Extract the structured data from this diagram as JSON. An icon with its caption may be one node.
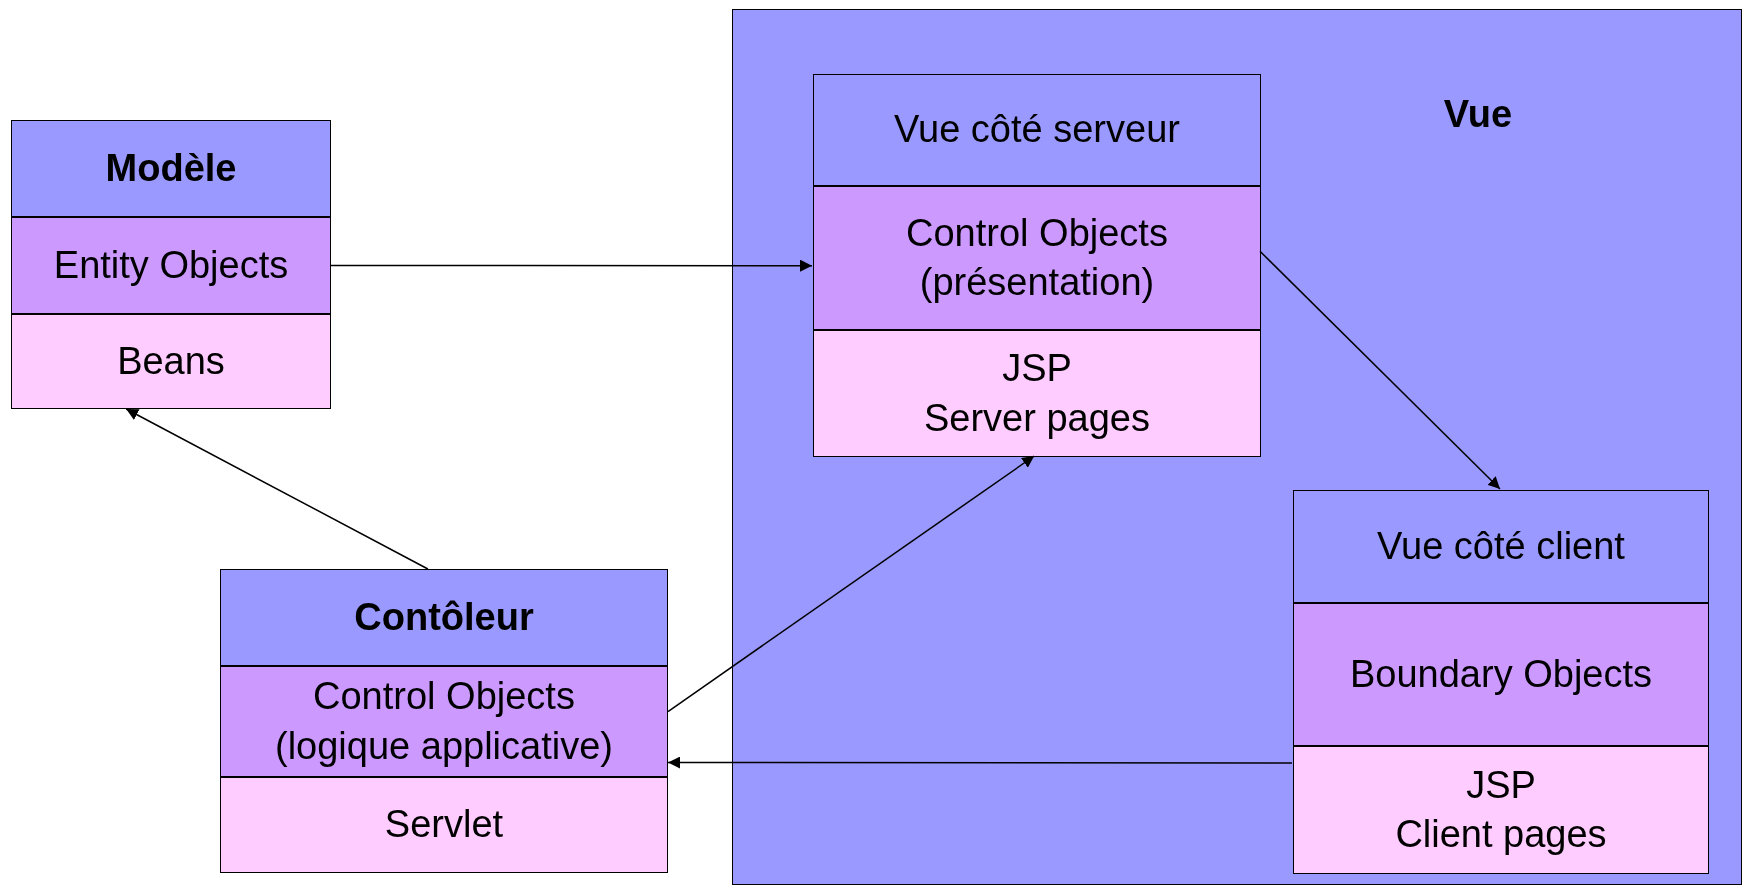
{
  "diagram": {
    "nodes": [
      {
        "text": [
          "Modèle"
        ]
      },
      {
        "text": [
          "Entity Objects"
        ]
      },
      {
        "text": [
          "Beans"
        ]
      },
      {
        "text": [
          "Vue"
        ]
      },
      {
        "text": [
          "Vue côté serveur"
        ],
        "in": 3
      },
      {
        "text": [
          "Control Objects (présentation)"
        ],
        "in": 3
      },
      {
        "text": [
          "JSP",
          "Server pages"
        ],
        "in": 3
      },
      {
        "text": [
          "Vue côté client"
        ],
        "in": 3
      },
      {
        "text": [
          "Boundary Objects"
        ],
        "in": 3
      },
      {
        "text": [
          "JSP",
          "Client pages"
        ],
        "in": 3
      },
      {
        "text": [
          "Contôleur"
        ]
      },
      {
        "text": [
          "Control Objects (logique applicative)"
        ]
      },
      {
        "text": [
          "Servlet"
        ]
      }
    ],
    "edges": [
      {
        "from": 1,
        "to": 5,
        "arrow": "to"
      },
      {
        "from": 10,
        "to": 2,
        "arrow": "to"
      },
      {
        "from": 11,
        "to": 6,
        "arrow": "to"
      },
      {
        "from": 5,
        "to": 7,
        "arrow": "to"
      },
      {
        "from": 9,
        "to": 11,
        "arrow": "to"
      }
    ]
  }
}
